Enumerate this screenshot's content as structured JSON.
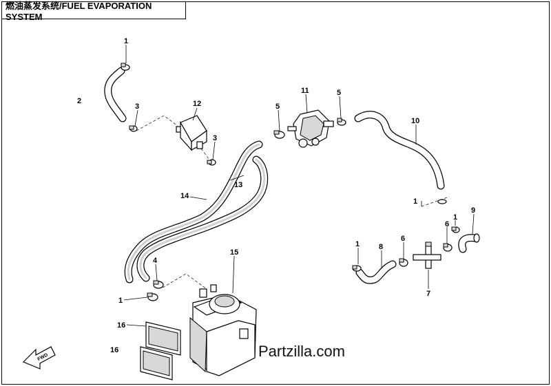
{
  "title": "燃油蒸发系统/FUEL EVAPORATION SYSTEM",
  "watermark": "Partzilla.com",
  "fwd_label": "FWD",
  "callouts": [
    {
      "id": "c1a",
      "label": "1"
    },
    {
      "id": "c2",
      "label": "2"
    },
    {
      "id": "c3a",
      "label": "3"
    },
    {
      "id": "c12",
      "label": "12"
    },
    {
      "id": "c3b",
      "label": "3"
    },
    {
      "id": "c5a",
      "label": "5"
    },
    {
      "id": "c11",
      "label": "11"
    },
    {
      "id": "c5b",
      "label": "5"
    },
    {
      "id": "c10",
      "label": "10"
    },
    {
      "id": "c14",
      "label": "14"
    },
    {
      "id": "c13",
      "label": "13"
    },
    {
      "id": "c1b",
      "label": "1"
    },
    {
      "id": "c9",
      "label": "9"
    },
    {
      "id": "c1c",
      "label": "1"
    },
    {
      "id": "c6a",
      "label": "6"
    },
    {
      "id": "c1d",
      "label": "1"
    },
    {
      "id": "c8",
      "label": "8"
    },
    {
      "id": "c6b",
      "label": "6"
    },
    {
      "id": "c7",
      "label": "7"
    },
    {
      "id": "c15",
      "label": "15"
    },
    {
      "id": "c4",
      "label": "4"
    },
    {
      "id": "c1e",
      "label": "1"
    },
    {
      "id": "c16a",
      "label": "16"
    },
    {
      "id": "c16b",
      "label": "16"
    }
  ]
}
